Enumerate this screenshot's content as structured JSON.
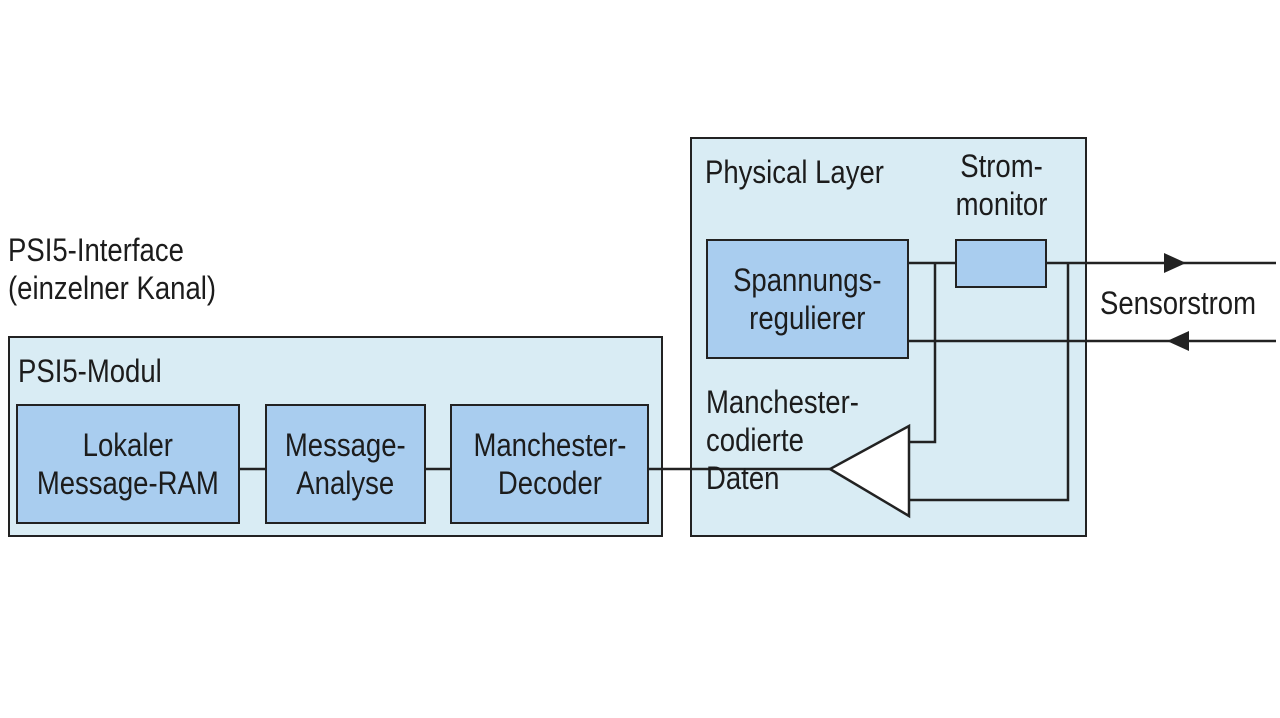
{
  "interface_label": {
    "line1": "PSI5-Interface",
    "line2": "(einzelner Kanal)"
  },
  "module": {
    "title": "PSI5-Modul",
    "blocks": [
      {
        "line1": "Lokaler",
        "line2": "Message-RAM"
      },
      {
        "line1": "Message-",
        "line2": "Analyse"
      },
      {
        "line1": "Manchester-",
        "line2": "Decoder"
      }
    ]
  },
  "physical_layer": {
    "title": "Physical Layer",
    "regulator": {
      "line1": "Spannungs-",
      "line2": "regulierer"
    },
    "monitor": {
      "line1": "Strom-",
      "line2": "monitor"
    },
    "data_label": {
      "line1": "Manchester-",
      "line2": "codierte",
      "line3": "Daten"
    }
  },
  "sensor_current_label": "Sensorstrom",
  "colors": {
    "block": "#a9cdef",
    "frame": "#d9ecf4",
    "line": "#222222"
  }
}
